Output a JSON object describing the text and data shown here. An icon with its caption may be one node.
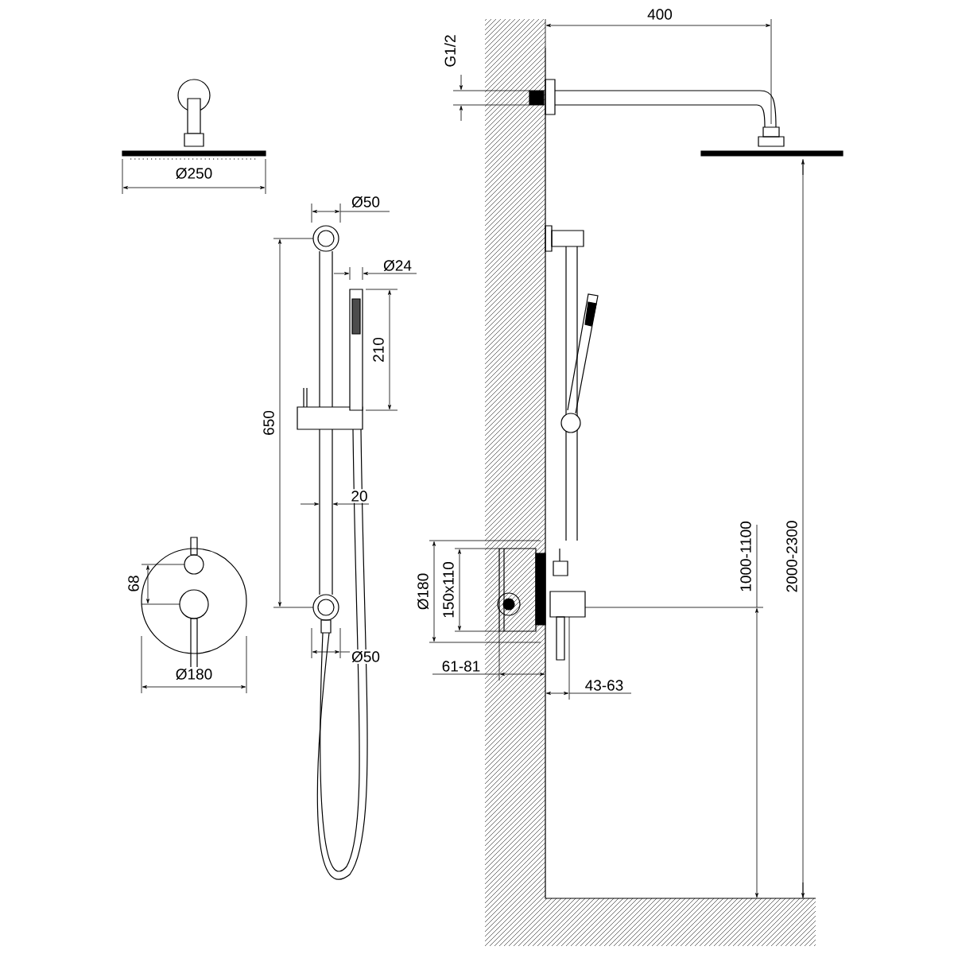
{
  "diagram": {
    "labels": [
      "400",
      "G1/2",
      "Ø250",
      "Ø50",
      "Ø24",
      "210",
      "650",
      "20",
      "Ø180",
      "150x110",
      "1000-1100",
      "2000-2300",
      "68",
      "Ø50",
      "61-81",
      "43-63",
      "Ø180"
    ]
  }
}
